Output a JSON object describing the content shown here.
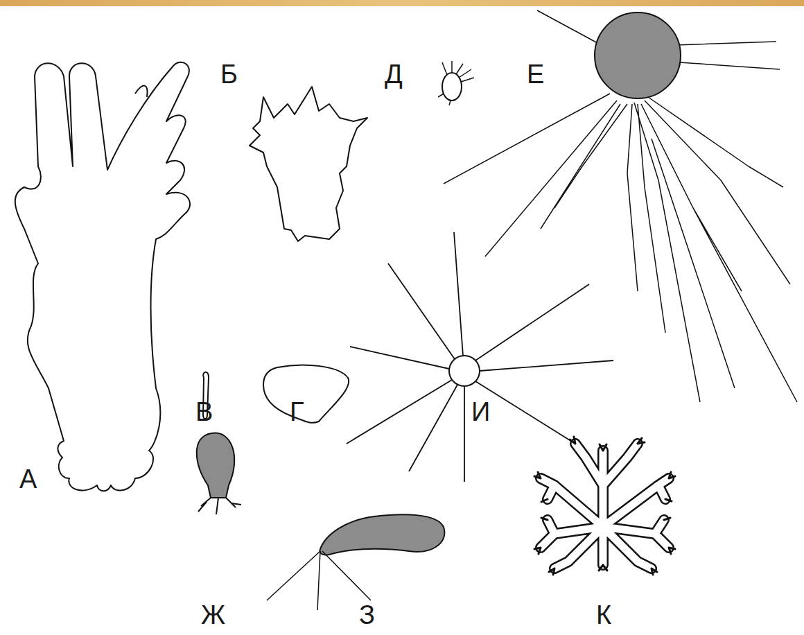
{
  "diagram": {
    "labels": [
      "Б",
      "Д",
      "Е",
      "В",
      "Г",
      "И",
      "А",
      "Ж",
      "З",
      "К"
    ]
  }
}
